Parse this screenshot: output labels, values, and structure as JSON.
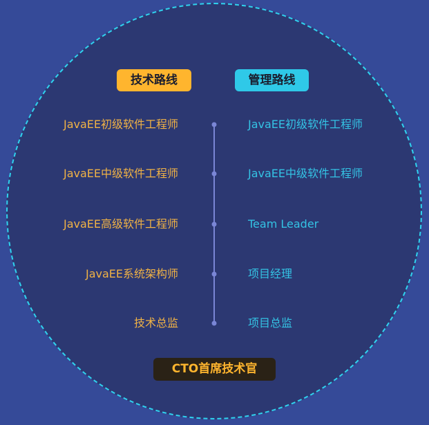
{
  "tech_route": {
    "title": "技术路线",
    "items": [
      "JavaEE初级软件工程师",
      "JavaEE中级软件工程师",
      "JavaEE高级软件工程师",
      "JavaEE系统架构师",
      "技术总监"
    ]
  },
  "mgmt_route": {
    "title": "管理路线",
    "items": [
      "JavaEE初级软件工程师",
      "JavaEE中级软件工程师",
      "Team Leader",
      "项目经理",
      "项目总监"
    ]
  },
  "final": {
    "title": "CTO首席技术官"
  },
  "colors": {
    "background": "#354a98",
    "circle": "#2c3872",
    "dashed_border": "#2fd3ee",
    "tech_accent": "#ffb52e",
    "mgmt_accent": "#2fc9e8",
    "timeline": "#7a86d6"
  }
}
